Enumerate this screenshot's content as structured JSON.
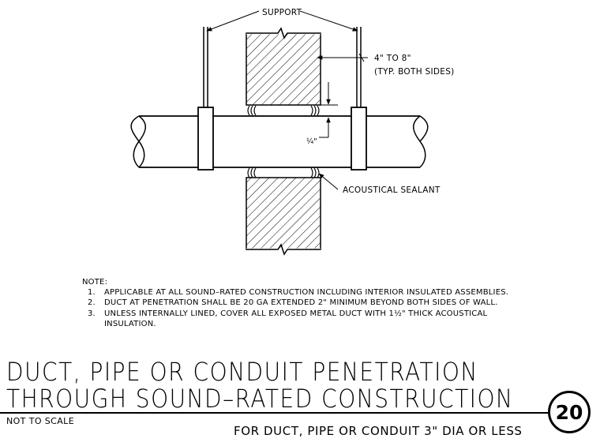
{
  "labels": {
    "support": "SUPPORT",
    "wall_thickness_line1": "4\" TO 8\"",
    "wall_thickness_line2": "(TYP. BOTH SIDES)",
    "gap": "¼\"",
    "sealant": "ACOUSTICAL SEALANT"
  },
  "notes": {
    "heading": "NOTE:",
    "items": [
      {
        "num": "1.",
        "text": "APPLICABLE AT ALL SOUND–RATED CONSTRUCTION INCLUDING INTERIOR INSULATED ASSEMBLIES."
      },
      {
        "num": "2.",
        "text": "DUCT AT PENETRATION SHALL BE 20 GA EXTENDED 2\" MINIMUM BEYOND BOTH SIDES OF WALL."
      },
      {
        "num": "3.",
        "text": "UNLESS INTERNALLY LINED, COVER ALL EXPOSED METAL DUCT WITH 1½\" THICK ACOUSTICAL INSULATION."
      }
    ]
  },
  "title_block": {
    "title_line1": "DUCT, PIPE OR CONDUIT PENETRATION",
    "title_line2": "THROUGH SOUND–RATED CONSTRUCTION",
    "scale_note": "NOT TO SCALE",
    "subtitle": "FOR DUCT, PIPE OR CONDUIT 3\" DIA OR LESS",
    "detail_number": "20"
  }
}
